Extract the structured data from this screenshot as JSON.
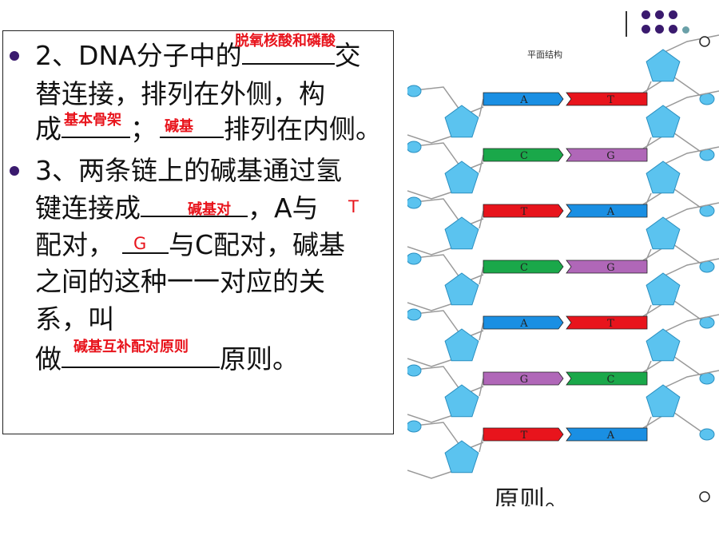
{
  "slide": {
    "lines": [
      {
        "id": "l1",
        "pre": "2、DNA分子中的",
        "post": "交"
      },
      {
        "id": "l2",
        "text": "替连接，排列在外侧，构"
      },
      {
        "id": "l3",
        "pre": "成",
        "mid": "；",
        "post": "排列在内侧。"
      },
      {
        "id": "l4",
        "text": "3、两条链上的碱基通过氢"
      },
      {
        "id": "l5",
        "pre": "键连接成",
        "post": "，A与"
      },
      {
        "id": "l6",
        "pre": "配对，",
        "post": "与C配对，碱基"
      },
      {
        "id": "l7",
        "text": "之间的这种一一对应的关"
      },
      {
        "id": "l8",
        "text": "系，叫"
      },
      {
        "id": "l9",
        "pre": "做",
        "post": "原则。"
      }
    ],
    "answers": {
      "backbone_chain": "脱氧核酸和磷酸",
      "basic_skeleton": "基本骨架",
      "bases": "碱基",
      "base_pair": "碱基对",
      "t": "T",
      "g": "G",
      "rule": "碱基互补配对原则"
    }
  },
  "diagram": {
    "title": "平面结构",
    "caption": "原则。",
    "pairs": [
      {
        "left": "A",
        "right": "T",
        "left_color": "#1a8fe3",
        "right_color": "#e8141c"
      },
      {
        "left": "C",
        "right": "G",
        "left_color": "#1aa84a",
        "right_color": "#b067b8"
      },
      {
        "left": "T",
        "right": "A",
        "left_color": "#e8141c",
        "right_color": "#1a8fe3"
      },
      {
        "left": "C",
        "right": "G",
        "left_color": "#1aa84a",
        "right_color": "#b067b8"
      },
      {
        "left": "A",
        "right": "T",
        "left_color": "#1a8fe3",
        "right_color": "#e8141c"
      },
      {
        "left": "G",
        "right": "C",
        "left_color": "#b067b8",
        "right_color": "#1aa84a"
      },
      {
        "left": "T",
        "right": "A",
        "left_color": "#e8141c",
        "right_color": "#1a8fe3"
      }
    ],
    "sugar_color": "#5bc3ef",
    "phosphate_color": "#5bc3ef"
  },
  "theme": {
    "accent": "#3a1a6e",
    "answer_color": "#e8141c"
  }
}
